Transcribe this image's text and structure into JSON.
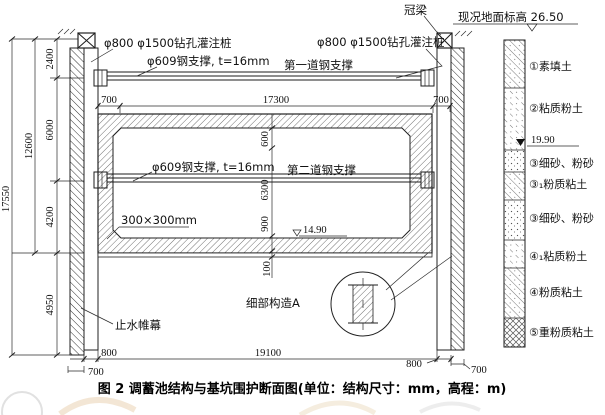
{
  "caption": "图 2  调蓄池结构与基坑围护断面图(单位：结构尺寸：mm，高程：m)",
  "labels": {
    "crown_beam": "冠梁",
    "ground_elevation": "现况地面标高 26.50",
    "bored_pile": "φ800 φ1500钻孔灌注桩",
    "strut_spec": "φ609钢支撑, t=16mm",
    "strut1_name": "第一道钢支撑",
    "strut2_name": "第二道钢支撑",
    "chamfer": "300×300mm",
    "inner_water_level": "14.90",
    "groundwater_level": "19.90",
    "detail_callout": "细部构造A",
    "waterstop_curtain": "止水帷幕"
  },
  "dims": {
    "left_total": "17550",
    "left_upper": "12600",
    "seg_top": "2400",
    "seg_mid": "6000",
    "seg_low": "4200",
    "seg_toe": "4950",
    "top_left": "700",
    "top_span": "17300",
    "top_right": "700",
    "mid_600": "600",
    "mid_6300": "6300",
    "mid_900": "900",
    "mid_100": "100",
    "bot_800_left": "800",
    "bot_span": "19100",
    "bot_800_right": "800",
    "bot_700_left": "700",
    "bot_700_right": "700"
  },
  "soil": [
    {
      "name": "①素填土"
    },
    {
      "name": "②粘质粉土"
    },
    {
      "name": "③细砂、粉砂"
    },
    {
      "name": "③₁粉质粘土"
    },
    {
      "name": "③细砂、粉砂"
    },
    {
      "name": "④₁粘质粉土"
    },
    {
      "name": "④粉质粘土"
    },
    {
      "name": "⑤重粉质粘土"
    }
  ]
}
